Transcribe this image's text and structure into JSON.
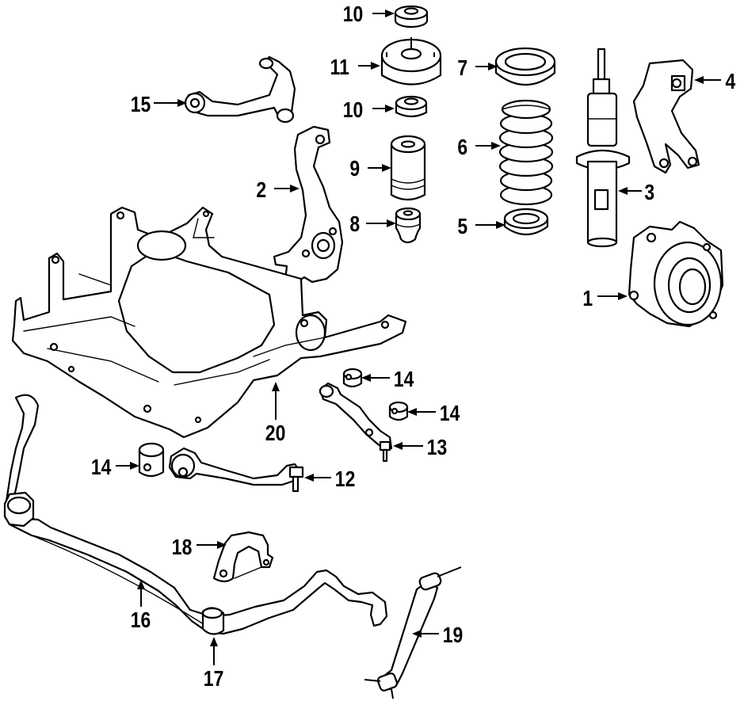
{
  "callouts": [
    {
      "id": "c10a",
      "text": "10"
    },
    {
      "id": "c11",
      "text": "11"
    },
    {
      "id": "c10b",
      "text": "10"
    },
    {
      "id": "c9",
      "text": "9"
    },
    {
      "id": "c8",
      "text": "8"
    },
    {
      "id": "c7",
      "text": "7"
    },
    {
      "id": "c6",
      "text": "6"
    },
    {
      "id": "c5",
      "text": "5"
    },
    {
      "id": "c4",
      "text": "4"
    },
    {
      "id": "c3",
      "text": "3"
    },
    {
      "id": "c1",
      "text": "1"
    },
    {
      "id": "c15",
      "text": "15"
    },
    {
      "id": "c2",
      "text": "2"
    },
    {
      "id": "c14a",
      "text": "14"
    },
    {
      "id": "c14b",
      "text": "14"
    },
    {
      "id": "c14c",
      "text": "14"
    },
    {
      "id": "c13",
      "text": "13"
    },
    {
      "id": "c12",
      "text": "12"
    },
    {
      "id": "c20",
      "text": "20"
    },
    {
      "id": "c18",
      "text": "18"
    },
    {
      "id": "c16",
      "text": "16"
    },
    {
      "id": "c17",
      "text": "17"
    },
    {
      "id": "c19",
      "text": "19"
    }
  ]
}
